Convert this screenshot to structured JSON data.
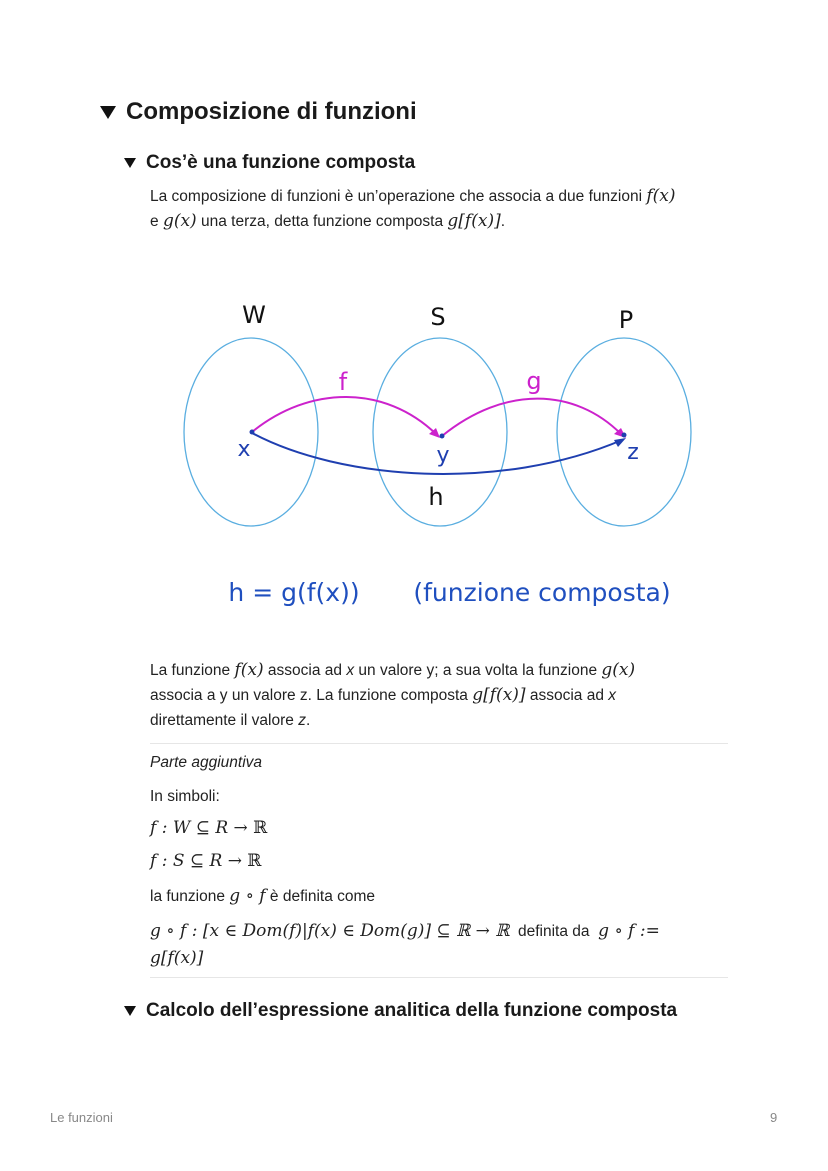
{
  "heading1": "Composizione di funzioni",
  "heading2a": "Cos’è una funzione composta",
  "intro": {
    "t1": "La composizione di funzioni è un’operazione che associa a due funzioni ",
    "m1": "f(x)",
    "t2": "e ",
    "m2": "g(x)",
    "t3": " una terza, detta funzione composta ",
    "m3": "g[f(x)]",
    "t4": "."
  },
  "diagram": {
    "set_w": "W",
    "set_s": "S",
    "set_p": "P",
    "arrow_f": "f",
    "arrow_g": "g",
    "arrow_h": "h",
    "point_x": "x",
    "point_y": "y",
    "point_z": "z",
    "formula": "h = g(f(x))",
    "caption": "(funzione composta)",
    "colors": {
      "sets": "#5aaee0",
      "fg": "#cc22cc",
      "h": "#1f3fb0",
      "text_blue": "#1f4fbf"
    }
  },
  "explanation": {
    "t1": "La funzione ",
    "m1": "f(x)",
    "t2": " associa ad ",
    "x1": "x",
    "t3": " un valore y; a sua volta la funzione ",
    "m2": "g(x)",
    "t4": "associa a y un valore z. La funzione composta ",
    "m3": "g[f(x)]",
    "t5": " associa ad ",
    "x2": "x",
    "t6": "direttamente il valore ",
    "z": "z",
    "t7": "."
  },
  "extra": {
    "title": "Parte aggiuntiva",
    "in_simboli": "In simboli:",
    "f1_italic": "f : W ⊆ R → ",
    "f1_bb": "ℝ",
    "f2_italic": "f : S ⊆ R → ",
    "f2_bb": "ℝ",
    "composition_t1": "la funzione ",
    "composition_m": "g ∘ f",
    "composition_t2": " è definita come",
    "def_m1": "g ∘ f : [x ∈ Dom(f)|f(x) ∈ Dom(g)] ⊆ ℝ → ℝ",
    "def_t": "  definita da  ",
    "def_m2": "g ∘ f :=",
    "def_m3": "g[f(x)]"
  },
  "heading2b": "Calcolo dell’espressione analitica della funzione composta",
  "footer": {
    "left": "Le funzioni",
    "page": "9"
  }
}
